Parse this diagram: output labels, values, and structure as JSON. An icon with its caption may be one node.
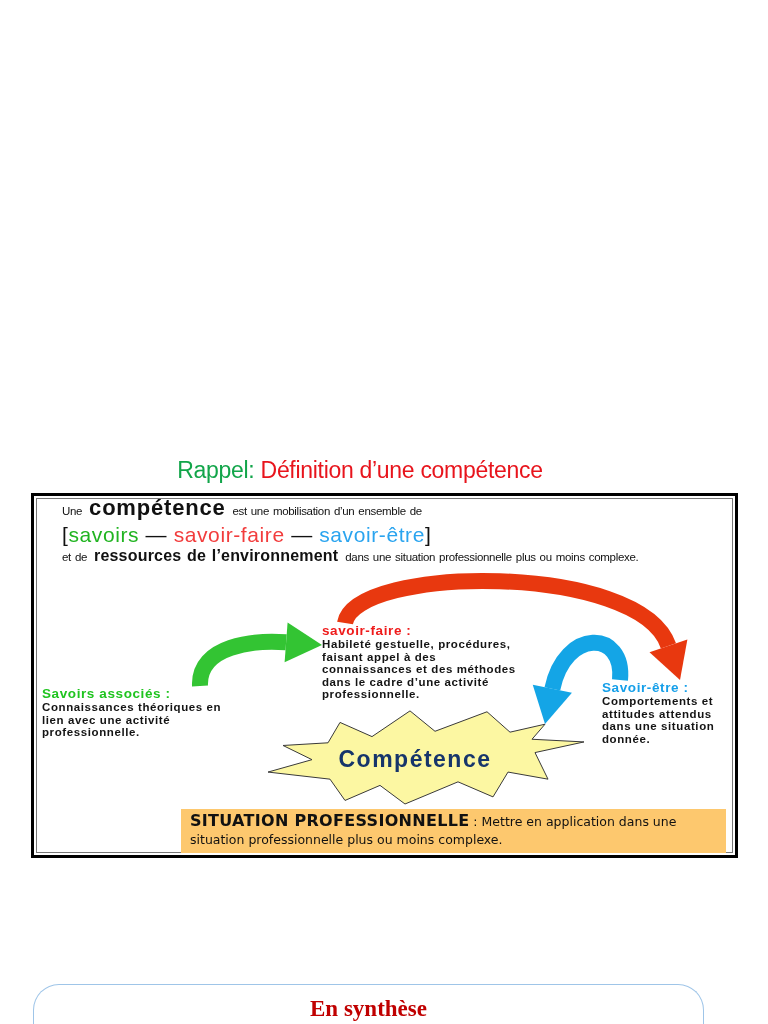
{
  "diagram": {
    "title": "Rappel: Définition d’une compétence",
    "nodes": [
      {
        "text": [
          "Une **compétence** est une mobilisation d’un ensemble de",
          "[savoirs — savoir-faire — savoir-être]",
          "et de **ressources de l’environnement** dans une situation professionnelle plus ou moins complexe."
        ]
      },
      {
        "text": [
          "savoir-faire :",
          "Habileté gestuelle, procédures, faisant appel à des connaissances et des méthodes dans le cadre d’une activité professionnelle."
        ],
        "in": 0
      },
      {
        "text": [
          "Savoirs associés :",
          "Connaissances théoriques en lien avec une activité professionnelle."
        ],
        "in": 0
      },
      {
        "text": [
          "Savoir-être :",
          "Comportements et attitudes attendus dans une situation donnée."
        ],
        "in": 0
      },
      {
        "text": [
          "Compétence"
        ],
        "in": 0
      },
      {
        "text": [
          "**SITUATION PROFESSIONNELLE** : Mettre en application dans une situation professionnelle plus ou moins complexe."
        ],
        "in": 0
      },
      {
        "text": [
          "En synthèse"
        ]
      }
    ],
    "edges": [
      {
        "from": 2,
        "to": 1,
        "arrow": "to",
        "color": "#33c433"
      },
      {
        "from": 1,
        "to": 3,
        "arrow": "to",
        "color": "#e8380f"
      },
      {
        "from": 3,
        "to": 4,
        "arrow": "to",
        "color": "#14a5e6"
      }
    ]
  }
}
